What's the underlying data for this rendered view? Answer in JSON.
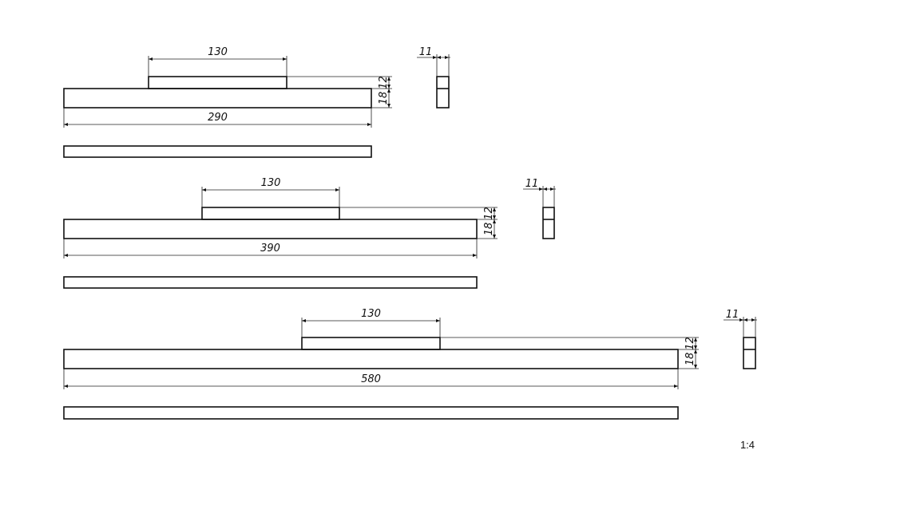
{
  "drawing": {
    "scale": "1:4",
    "parts": [
      {
        "handle_length": "130",
        "base_length": "290",
        "handle_height": "12",
        "base_height": "18",
        "width": "11"
      },
      {
        "handle_length": "130",
        "base_length": "390",
        "handle_height": "12",
        "base_height": "18",
        "width": "11"
      },
      {
        "handle_length": "130",
        "base_length": "580",
        "handle_height": "12",
        "base_height": "18",
        "width": "11"
      }
    ]
  }
}
